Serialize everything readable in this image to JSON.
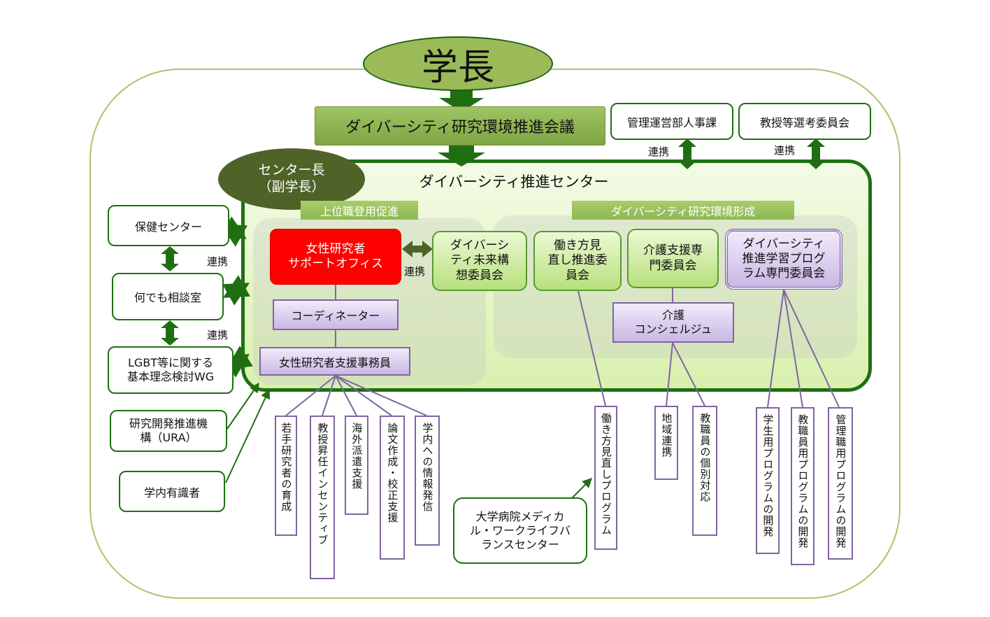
{
  "president": "学長",
  "council": "ダイバーシティ研究環境推進会議",
  "center_head": "センター長\n（副学長）",
  "center_title": "ダイバーシティ推進センター",
  "band_left": "上位職登用促進",
  "band_right": "ダイバーシティ研究環境形成",
  "top_right_boxes": [
    "管理運営部人事課",
    "教授等選考委員会"
  ],
  "renkei": "連携",
  "left_boxes": {
    "health": "保健センター",
    "consult": "何でも相談室",
    "lgbt": "LGBT等に関する\n基本理念検討WG",
    "ura": "研究開発推進機\n構（URA）",
    "experts": "学内有識者"
  },
  "office": "女性研究者\nサポートオフィス",
  "future_committee": "ダイバーシ\nティ未来構\n想委員会",
  "work_committee": "働き方見\n直し推進委\n員会",
  "care_committee": "介護支援専\n門委員会",
  "program_committee": "ダイバーシティ\n推進学習プログ\nラム専門委員会",
  "coordinator": "コーディネーター",
  "support_staff": "女性研究者支援事務員",
  "care_concierge": "介護\nコンシェルジュ",
  "hospital_center": "大学病院メディカ\nル・ワークライフバ\nランスセンター",
  "left_tasks": [
    "若手研究者の育成",
    "教授昇任インセンティブ",
    "海外派遣支援",
    "論文作成・校正支援",
    "学内への情報発信"
  ],
  "work_task": "働き方見直しプログラム",
  "care_tasks": [
    "地域連携",
    "教職員の個別対応"
  ],
  "program_tasks": [
    "学生用プログラムの開発",
    "教職員用プログラムの開発",
    "管理職用プログラムの開発"
  ],
  "colors": {
    "dark_green": "#1f6f12",
    "olive": "#4f6228",
    "light_green": "#9bbb59",
    "purple": "#8064a2",
    "red": "#ff0000"
  },
  "icons": [
    "down-arrow-icon",
    "double-arrow-icon"
  ]
}
